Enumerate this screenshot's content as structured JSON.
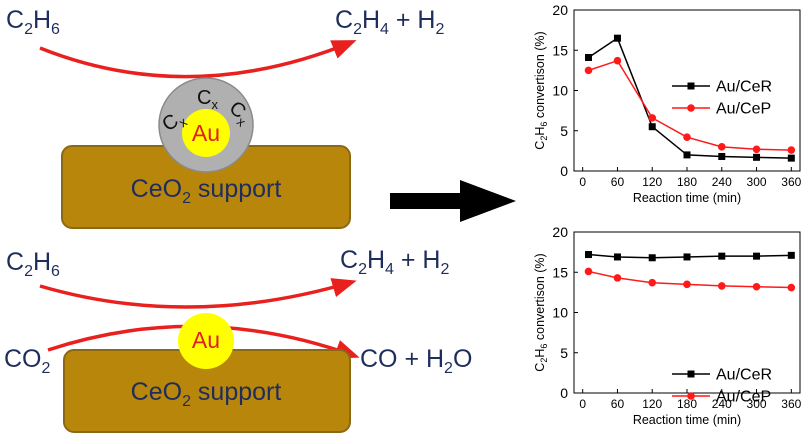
{
  "colors": {
    "navy": "#1f2d5c",
    "arrow_red": "#e8201e",
    "support_fill": "#b8860b",
    "support_border": "#8b6914",
    "au_fill": "#ffff00",
    "au_text": "#e02020",
    "coke_shell": "#b0b0b0",
    "series_cer": "#000000",
    "series_cep": "#ff1a1a"
  },
  "scheme": {
    "top": {
      "reactant": {
        "base": "C",
        "sub1": "2",
        "mid": "H",
        "sub2": "6"
      },
      "product": {
        "base": "C",
        "sub1": "2",
        "mid": "H",
        "sub2": "4",
        "tail": " + H",
        "sub3": "2"
      },
      "coke_label": {
        "base": "C",
        "sub": "x"
      },
      "au_label": "Au",
      "support_label": {
        "pre": "CeO",
        "sub": "2",
        "post": " support"
      }
    },
    "bottom": {
      "reactant1": {
        "base": "C",
        "sub1": "2",
        "mid": "H",
        "sub2": "6"
      },
      "product1": {
        "base": "C",
        "sub1": "2",
        "mid": "H",
        "sub2": "4",
        "tail": " + H",
        "sub3": "2"
      },
      "reactant2": {
        "base": "CO",
        "sub": "2"
      },
      "product2": {
        "pre": "CO + H",
        "sub": "2",
        "post": "O"
      },
      "au_label": "Au",
      "support_label": {
        "pre": "CeO",
        "sub": "2",
        "post": " support"
      }
    },
    "arrow_icon": "right-arrow-icon"
  },
  "chart_data": [
    {
      "type": "line",
      "title": "",
      "xlabel": "Reaction time (min)",
      "ylabel": {
        "pre": "C",
        "sub1": "2",
        "mid": "H",
        "sub2": "6",
        "post": " convertison (%)"
      },
      "xlim": [
        -15,
        375
      ],
      "ylim": [
        0,
        20
      ],
      "xticks": [
        0,
        60,
        120,
        180,
        240,
        300,
        360
      ],
      "yticks": [
        0,
        5,
        10,
        15,
        20
      ],
      "grid": false,
      "legend_position": "right",
      "series": [
        {
          "name": "Au/CeR",
          "marker": "square",
          "x": [
            10,
            60,
            120,
            180,
            240,
            300,
            360
          ],
          "values": [
            14.1,
            16.5,
            5.5,
            2.0,
            1.8,
            1.7,
            1.6
          ]
        },
        {
          "name": "Au/CeP",
          "marker": "circle",
          "x": [
            10,
            60,
            120,
            180,
            240,
            300,
            360
          ],
          "values": [
            12.5,
            13.7,
            6.6,
            4.2,
            3.0,
            2.7,
            2.6
          ]
        }
      ]
    },
    {
      "type": "line",
      "title": "",
      "xlabel": "Reaction time (min)",
      "ylabel": {
        "pre": "C",
        "sub1": "2",
        "mid": "H",
        "sub2": "6",
        "post": " convertison (%)"
      },
      "xlim": [
        -15,
        375
      ],
      "ylim": [
        0,
        20
      ],
      "xticks": [
        0,
        60,
        120,
        180,
        240,
        300,
        360
      ],
      "yticks": [
        0,
        5,
        10,
        15,
        20
      ],
      "grid": false,
      "legend_position": "bottom-right",
      "series": [
        {
          "name": "Au/CeR",
          "marker": "square",
          "x": [
            10,
            60,
            120,
            180,
            240,
            300,
            360
          ],
          "values": [
            17.2,
            16.9,
            16.8,
            16.9,
            17.0,
            17.0,
            17.1
          ]
        },
        {
          "name": "Au/CeP",
          "marker": "circle",
          "x": [
            10,
            60,
            120,
            180,
            240,
            300,
            360
          ],
          "values": [
            15.1,
            14.3,
            13.7,
            13.5,
            13.3,
            13.2,
            13.1
          ]
        }
      ]
    }
  ]
}
